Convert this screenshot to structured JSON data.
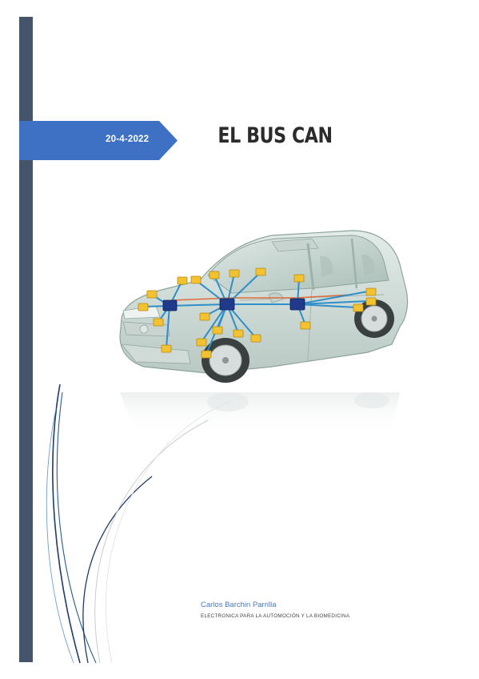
{
  "cover": {
    "date": "20-4-2022",
    "title": "EL BUS CAN",
    "author": "Carlos Barchin Parrilla",
    "subtitle": "ELECTRONICA PARA LA AUTOMOCIÓN Y LA BIOMEDICINA"
  },
  "colors": {
    "sidebar": "#44546a",
    "banner": "#3e71c3",
    "author_text": "#4a78c0",
    "bus_wire": "#2f8fc8",
    "ecu_module": "#f2c230",
    "bus_node": "#1f3a8a"
  },
  "image": {
    "subject": "car-can-bus-network"
  }
}
